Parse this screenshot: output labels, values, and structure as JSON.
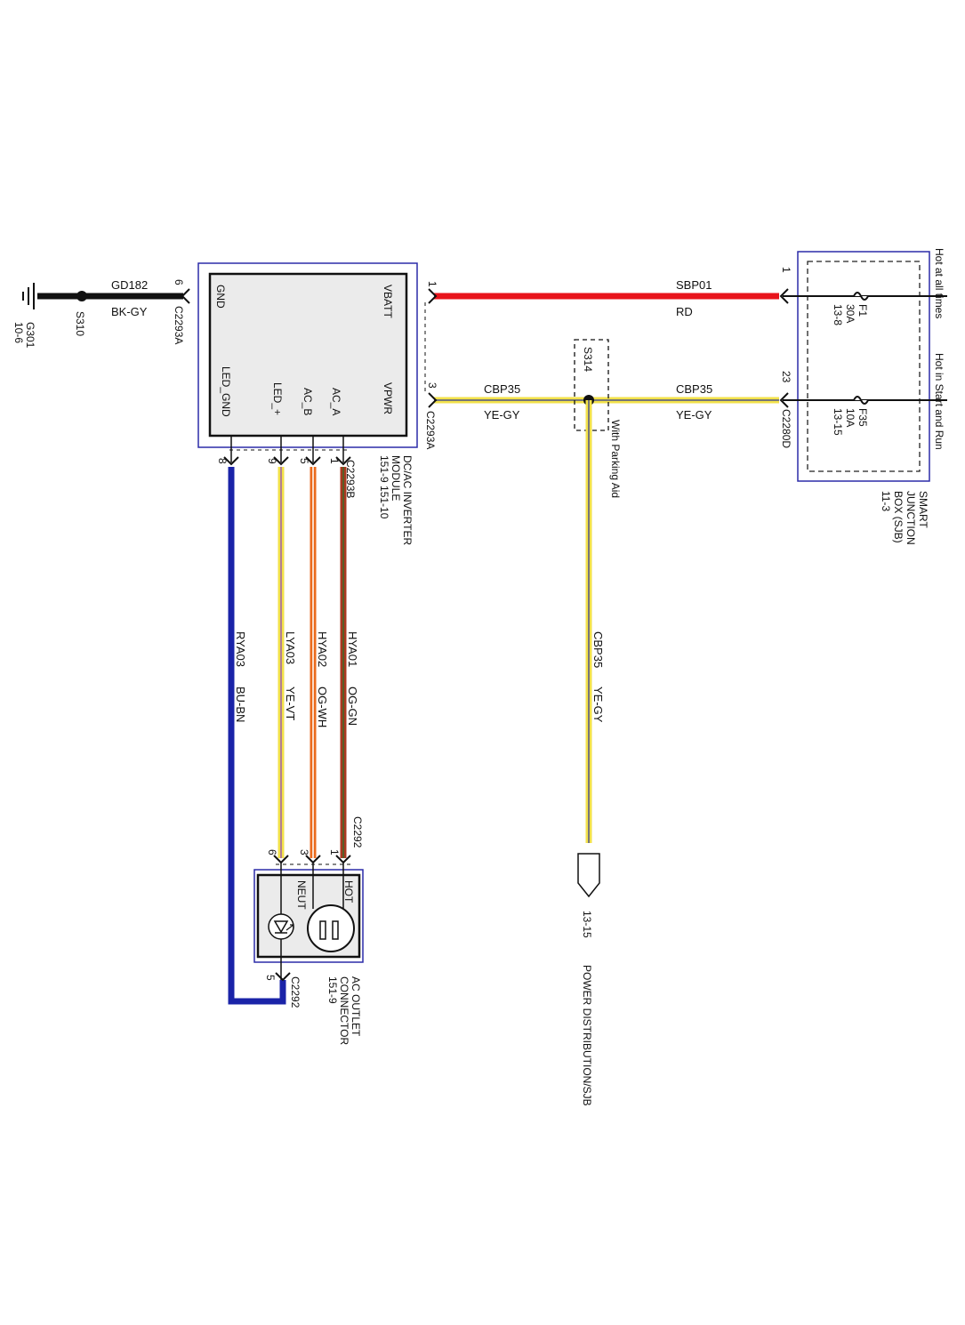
{
  "power": {
    "hot_at_all_times": "Hot at all times",
    "hot_in_start_run": "Hot in Start and Run"
  },
  "sjb": {
    "title1": "SMART",
    "title2": "JUNCTION",
    "title3": "BOX (SJB)",
    "ref": "11-3",
    "connector_d": "C2280D",
    "fuse1": {
      "name": "F1",
      "amps": "30A",
      "ref": "13-8",
      "pin": "1"
    },
    "fuse2": {
      "name": "F35",
      "amps": "10A",
      "ref": "13-15",
      "pin": "23"
    }
  },
  "wires": {
    "sbp01": {
      "circuit": "SBP01",
      "color": "RD",
      "hex": "#e8141b"
    },
    "cbp35_right": {
      "circuit": "CBP35",
      "color": "YE-GY"
    },
    "cbp35_left": {
      "circuit": "CBP35",
      "color": "YE-GY"
    },
    "cbp35_down": {
      "circuit": "CBP35",
      "color": "YE-GY"
    },
    "gd182": {
      "circuit": "GD182",
      "color": "BK-GY"
    },
    "hya01": {
      "circuit": "HYA01",
      "color": "OG-GN"
    },
    "hya02": {
      "circuit": "HYA02",
      "color": "OG-WH"
    },
    "lya03": {
      "circuit": "LYA03",
      "color": "YE-VT"
    },
    "rya03": {
      "circuit": "RYA03",
      "color": "BU-BN",
      "hex": "#1a23a8"
    }
  },
  "splice": {
    "s314": "S314",
    "s314_note": "With Parking Aid",
    "s310": "S310"
  },
  "ground": {
    "name": "G301",
    "ref": "10-6"
  },
  "module": {
    "pin_gnd": "GND",
    "pin_vbatt": "VBATT",
    "pin_vpwr": "VPWR",
    "pin_led_gnd": "LED_GND",
    "pin_led_plus": "LED_+",
    "pin_ac_b": "AC_B",
    "pin_ac_a": "AC_A",
    "connector_a_top": "C2293A",
    "connector_a_right": "C2293A",
    "connector_b": "C2293B",
    "title1": "DC/AC INVERTER",
    "title2": "MODULE",
    "ref": "151-9    151-10",
    "pins": {
      "gnd": "6",
      "vbatt": "1",
      "vpwr": "3",
      "led_gnd": "8",
      "led_plus": "9",
      "ac_b": "5",
      "ac_a": "1"
    }
  },
  "outlet": {
    "hot": "HOT",
    "neut": "NEUT",
    "connector": "C2292",
    "connector2": "C2292",
    "title1": "AC OUTLET",
    "title2": "CONNECTOR",
    "ref": "151-9",
    "pins": {
      "p1": "1",
      "p3": "3",
      "p6": "6",
      "p5": "5"
    }
  },
  "destination": {
    "ref": "13-15",
    "label": "POWER DISTRIBUTION/SJB"
  }
}
